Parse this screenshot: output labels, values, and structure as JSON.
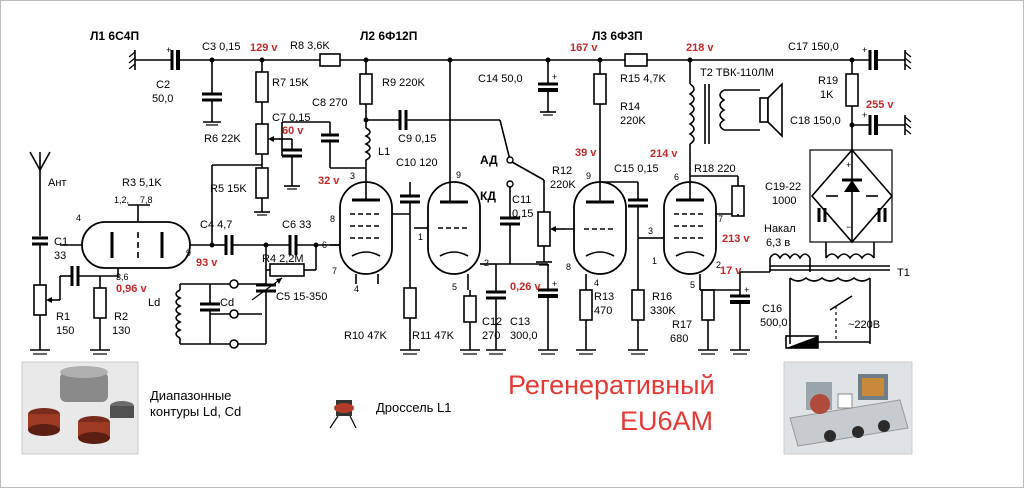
{
  "colors": {
    "voltage": "#c62828",
    "title": "#e53935"
  },
  "tubes": {
    "l1": "Л1 6С4П",
    "l2": "Л2 6Ф12П",
    "l3": "Л3 6Ф3П"
  },
  "components": {
    "c2": "C2",
    "c2v": "50,0",
    "c3": "C3 0,15",
    "r8": "R8 3,6K",
    "r7": "R7 15K",
    "r6": "R6 22K",
    "r5": "R5 15K",
    "c7": "C7 0,15",
    "c8": "C8 270",
    "r9": "R9 220K",
    "c9": "C9 0,15",
    "c10": "C10 120",
    "l1c": "L1",
    "c14": "C14 50,0",
    "r15": "R15 4,7K",
    "r14a": "R14",
    "r14b": "220K",
    "t2": "T2 ТВК-110ЛМ",
    "c17": "C17 150,0",
    "r19a": "R19",
    "r19b": "1K",
    "c18": "C18 150,0",
    "r3": "R3 5,1K",
    "c4": "C4 4,7",
    "c6": "C6 33",
    "c1a": "C1",
    "c1b": "33",
    "ant": "Ант",
    "r1a": "R1",
    "r1b": "150",
    "r2a": "R2",
    "r2b": "130",
    "r4": "R4 2,2M",
    "c5": "C5 15-350",
    "ld": "Ld",
    "cd": "Cd",
    "r10": "R10 47K",
    "r11": "R11 47K",
    "c12a": "C12",
    "c12b": "270",
    "c13a": "C13",
    "c13b": "300,0",
    "ad": "АД",
    "kd": "КД",
    "c11a": "C11",
    "c11b": "0,15",
    "r12a": "R12",
    "r12b": "220K",
    "c15": "C15 0,15",
    "r18": "R18 220",
    "c1922a": "C19-22",
    "c1922b": "1000",
    "nakal_a": "Накал",
    "nakal_b": "6,3 в",
    "r13a": "R13",
    "r13b": "470",
    "r16a": "R16",
    "r16b": "330K",
    "r17a": "R17",
    "r17b": "680",
    "c16a": "C16",
    "c16b": "500,0",
    "mains": "~220В",
    "t1": "T1"
  },
  "voltages": {
    "v129": "129 v",
    "v60": "60 v",
    "v32": "32 v",
    "v93": "93 v",
    "v096": "0,96 v",
    "v167": "167 v",
    "v39": "39 v",
    "v026": "0,26 v",
    "v218": "218 v",
    "v214": "214 v",
    "v213": "213 v",
    "v17": "17 v",
    "v255": "255 v"
  },
  "pins": {
    "p12_78": "1,2,",
    "p78": "7,8",
    "p4": "4",
    "p9": "9",
    "p36": "3,6",
    "l2_3": "3",
    "l2_8": "8",
    "l2_7": "7",
    "l2_4": "4",
    "l2_1": "1",
    "l2_9": "9",
    "l2_2": "2",
    "l2_5": "5",
    "l2_6": "6",
    "l3_9": "9",
    "l3_8": "8",
    "l3_4": "4",
    "l3_3": "3",
    "l3_6": "6",
    "l3_7": "7",
    "l3_2": "2",
    "l3_5": "5",
    "l3_1": "1"
  },
  "captions": {
    "contours_a": "Диапазонные",
    "contours_b": "контуры Ld, Cd",
    "choke": "Дроссель L1"
  },
  "title": {
    "line1": "Регенеративный",
    "line2": "EU6AM"
  }
}
